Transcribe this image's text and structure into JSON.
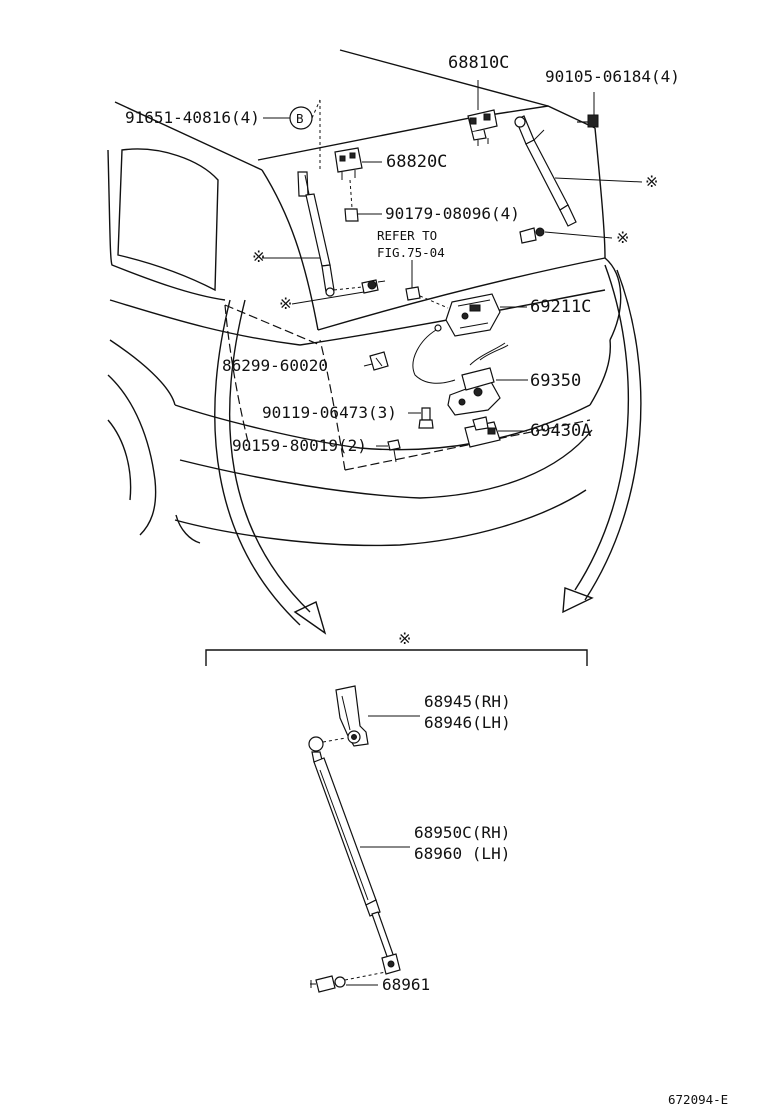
{
  "labels": {
    "p68810c": "68810C",
    "p90105": "90105-06184(4)",
    "p91651": "91651-40816(4)",
    "callout_b": "B",
    "p68820c": "68820C",
    "p90179": "90179-08096(4)",
    "refer1": "REFER TO",
    "refer2": "FIG.75-04",
    "p69211c": "69211C",
    "p86299": "86299-60020",
    "p69350": "69350",
    "p90119": "90119-06473(3)",
    "p69430a": "69430A",
    "p90159": "90159-80019(2)",
    "note_mark": "※",
    "p68945": "68945(RH)",
    "p68946": "68946(LH)",
    "p68950c": "68950C(RH)",
    "p68960": "68960  (LH)",
    "p68961": "68961",
    "fig_code": "672094-E"
  },
  "icons": [
    "note-asterisk-icon",
    "callout-b-icon",
    "arrow-down-icon"
  ]
}
